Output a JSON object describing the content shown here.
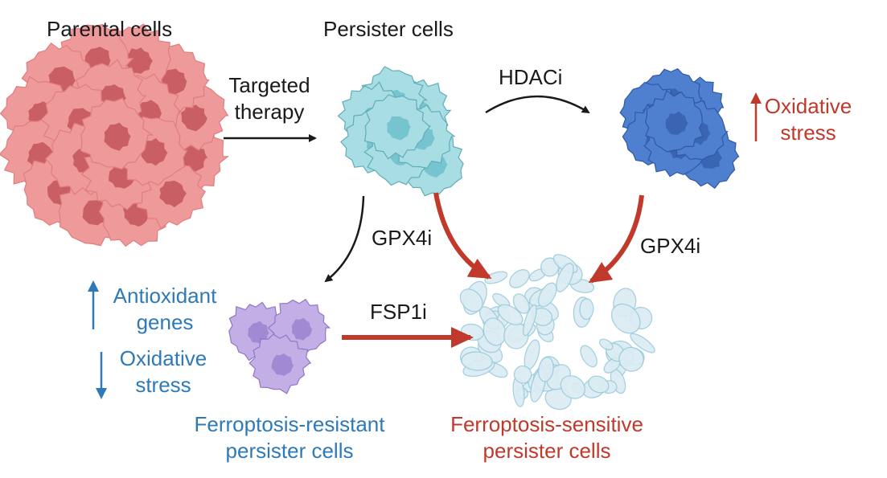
{
  "labels": {
    "parental": "Parental cells",
    "persister": "Persister cells",
    "targeted_1": "Targeted",
    "targeted_2": "therapy",
    "hdaci": "HDACi",
    "oxidative_up_1": "Oxidative",
    "oxidative_up_2": "stress",
    "gpx4i_left": "GPX4i",
    "gpx4i_right": "GPX4i",
    "fsp1i": "FSP1i",
    "antioxidant_1": "Antioxidant",
    "antioxidant_2": "genes",
    "oxidative_down_1": "Oxidative",
    "oxidative_down_2": "stress",
    "resistant_1": "Ferroptosis-resistant",
    "resistant_2": "persister cells",
    "sensitive_1": "Ferroptosis-sensitive",
    "sensitive_2": "persister cells"
  },
  "colors": {
    "text": "#1a1a1a",
    "red": "#c0392b",
    "blue": "#2e7ab8",
    "parental_fill": "#ef9a9a",
    "parental_nucleus": "#c2555c",
    "persister_fill": "#a8dde4",
    "persister_nucleus": "#6cc0cc",
    "hdac_fill": "#4f7fcf",
    "hdac_nucleus": "#3560ad",
    "resistant_fill": "#c3aee6",
    "resistant_nucleus": "#9b82cf",
    "dead_fill": "#dbecf3",
    "dead_stroke": "#9ccbdc"
  }
}
